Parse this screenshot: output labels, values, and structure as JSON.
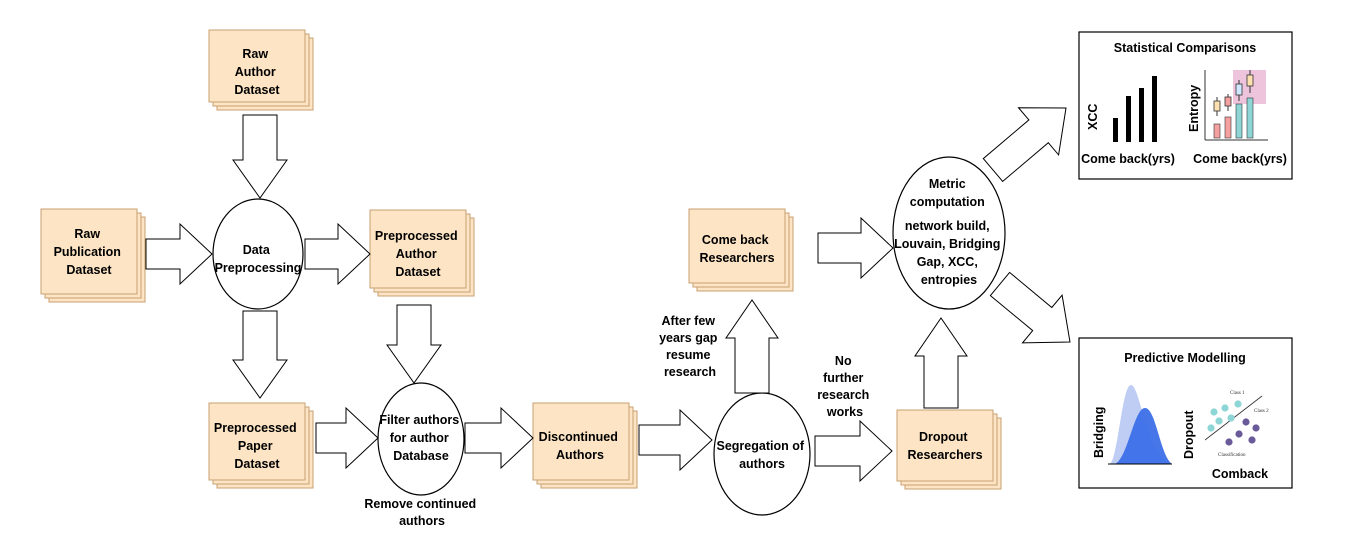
{
  "colors": {
    "doc_fill": "#fce4c4",
    "doc_stroke": "#c9a070",
    "stroke": "#000000",
    "bridging_light": "#b8c8f4",
    "bridging_dark": "#3d6fe8",
    "scatter_class1": "#8ed6d6",
    "scatter_class2": "#6b5a9a",
    "candle_highlight": "#e8b0d0"
  },
  "nodes": {
    "raw_author": [
      "Raw",
      "Author",
      "Dataset"
    ],
    "raw_publication": [
      "Raw",
      "Publication",
      "Dataset"
    ],
    "data_preprocessing": [
      "Data",
      "Preprocessing"
    ],
    "preprocessed_author": [
      "Preprocessed",
      "Author",
      "Dataset"
    ],
    "preprocessed_paper": [
      "Preprocessed",
      "Paper",
      "Dataset"
    ],
    "filter_authors": [
      "Filter authors",
      "for author",
      "Database"
    ],
    "discontinued_authors": [
      "Discontinued",
      "Authors"
    ],
    "segregation": [
      "Segregation of",
      "authors"
    ],
    "come_back_researchers": [
      "Come back",
      "Researchers"
    ],
    "dropout_researchers": [
      "Dropout",
      "Researchers"
    ],
    "metric_computation": [
      "Metric",
      "computation",
      "network build,",
      "Louvain, Bridging",
      "Gap, XCC,",
      "entropies"
    ]
  },
  "labels": {
    "remove_continued": [
      "Remove continued",
      "authors"
    ],
    "after_gap": [
      "After few",
      "years gap",
      "resume",
      "research"
    ],
    "no_further": [
      "No",
      "further",
      "research",
      "works"
    ]
  },
  "panels": {
    "statistical": {
      "title": "Statistical Comparisons",
      "left_ylabel": "XCC",
      "left_xlabel": "Come back(yrs)",
      "right_ylabel": "Entropy",
      "right_xlabel": "Come back(yrs)"
    },
    "predictive": {
      "title": "Predictive Modelling",
      "left_ylabel": "Bridging",
      "right_ylabel": "Dropout",
      "right_xlabel": "Comback",
      "mini_labels": [
        "Class 1",
        "Class 2",
        "Classification"
      ]
    }
  }
}
